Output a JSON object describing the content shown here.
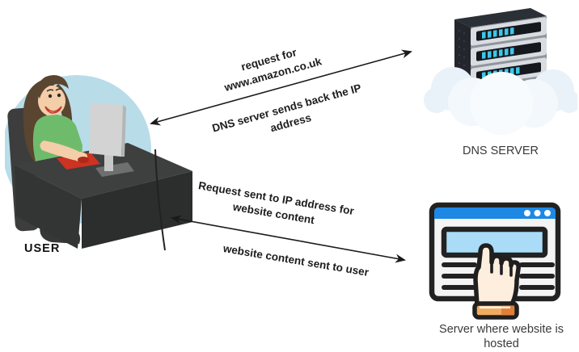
{
  "nodes": {
    "user": {
      "label": "USER",
      "icon": "user-at-computer-illustration"
    },
    "dns_server": {
      "label": "DNS SERVER",
      "icon": "server-rack-in-cloud-icon"
    },
    "web_server": {
      "label": "Server where website is\nhosted",
      "icon": "browser-window-hand-cursor-icon"
    }
  },
  "arrows": {
    "user_dns": {
      "label_above": "request for\nwww.amazon.co.uk",
      "label_below": "DNS server sends back the IP\naddress"
    },
    "user_web": {
      "label_above": "Request sent to IP address for\nwebsite content",
      "label_below": "website content sent to user"
    }
  },
  "colors": {
    "arrow": "#1a1a1a",
    "browser_top_bar": "#1e88e5",
    "browser_banner": "#aadcf7",
    "server_led": "#3ec6ea",
    "cloud": "#e9f2f8",
    "shirt_green": "#6fbb6c",
    "mousepad_red": "#cc3322",
    "user_background_circle": "#b9dce9",
    "hand_fill": "#fdeedd",
    "wristband_orange": "#f1ab61"
  }
}
